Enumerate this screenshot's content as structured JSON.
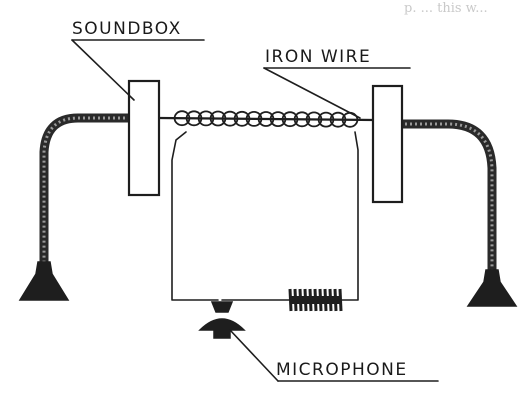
{
  "labels": {
    "soundbox": "SOUNDBOX",
    "iron_wire": "IRON WIRE",
    "microphone": "MICROPHONE"
  },
  "colors": {
    "ink": "#1e1e1e",
    "paper": "#ffffff",
    "tube": "#2a2a2a"
  }
}
